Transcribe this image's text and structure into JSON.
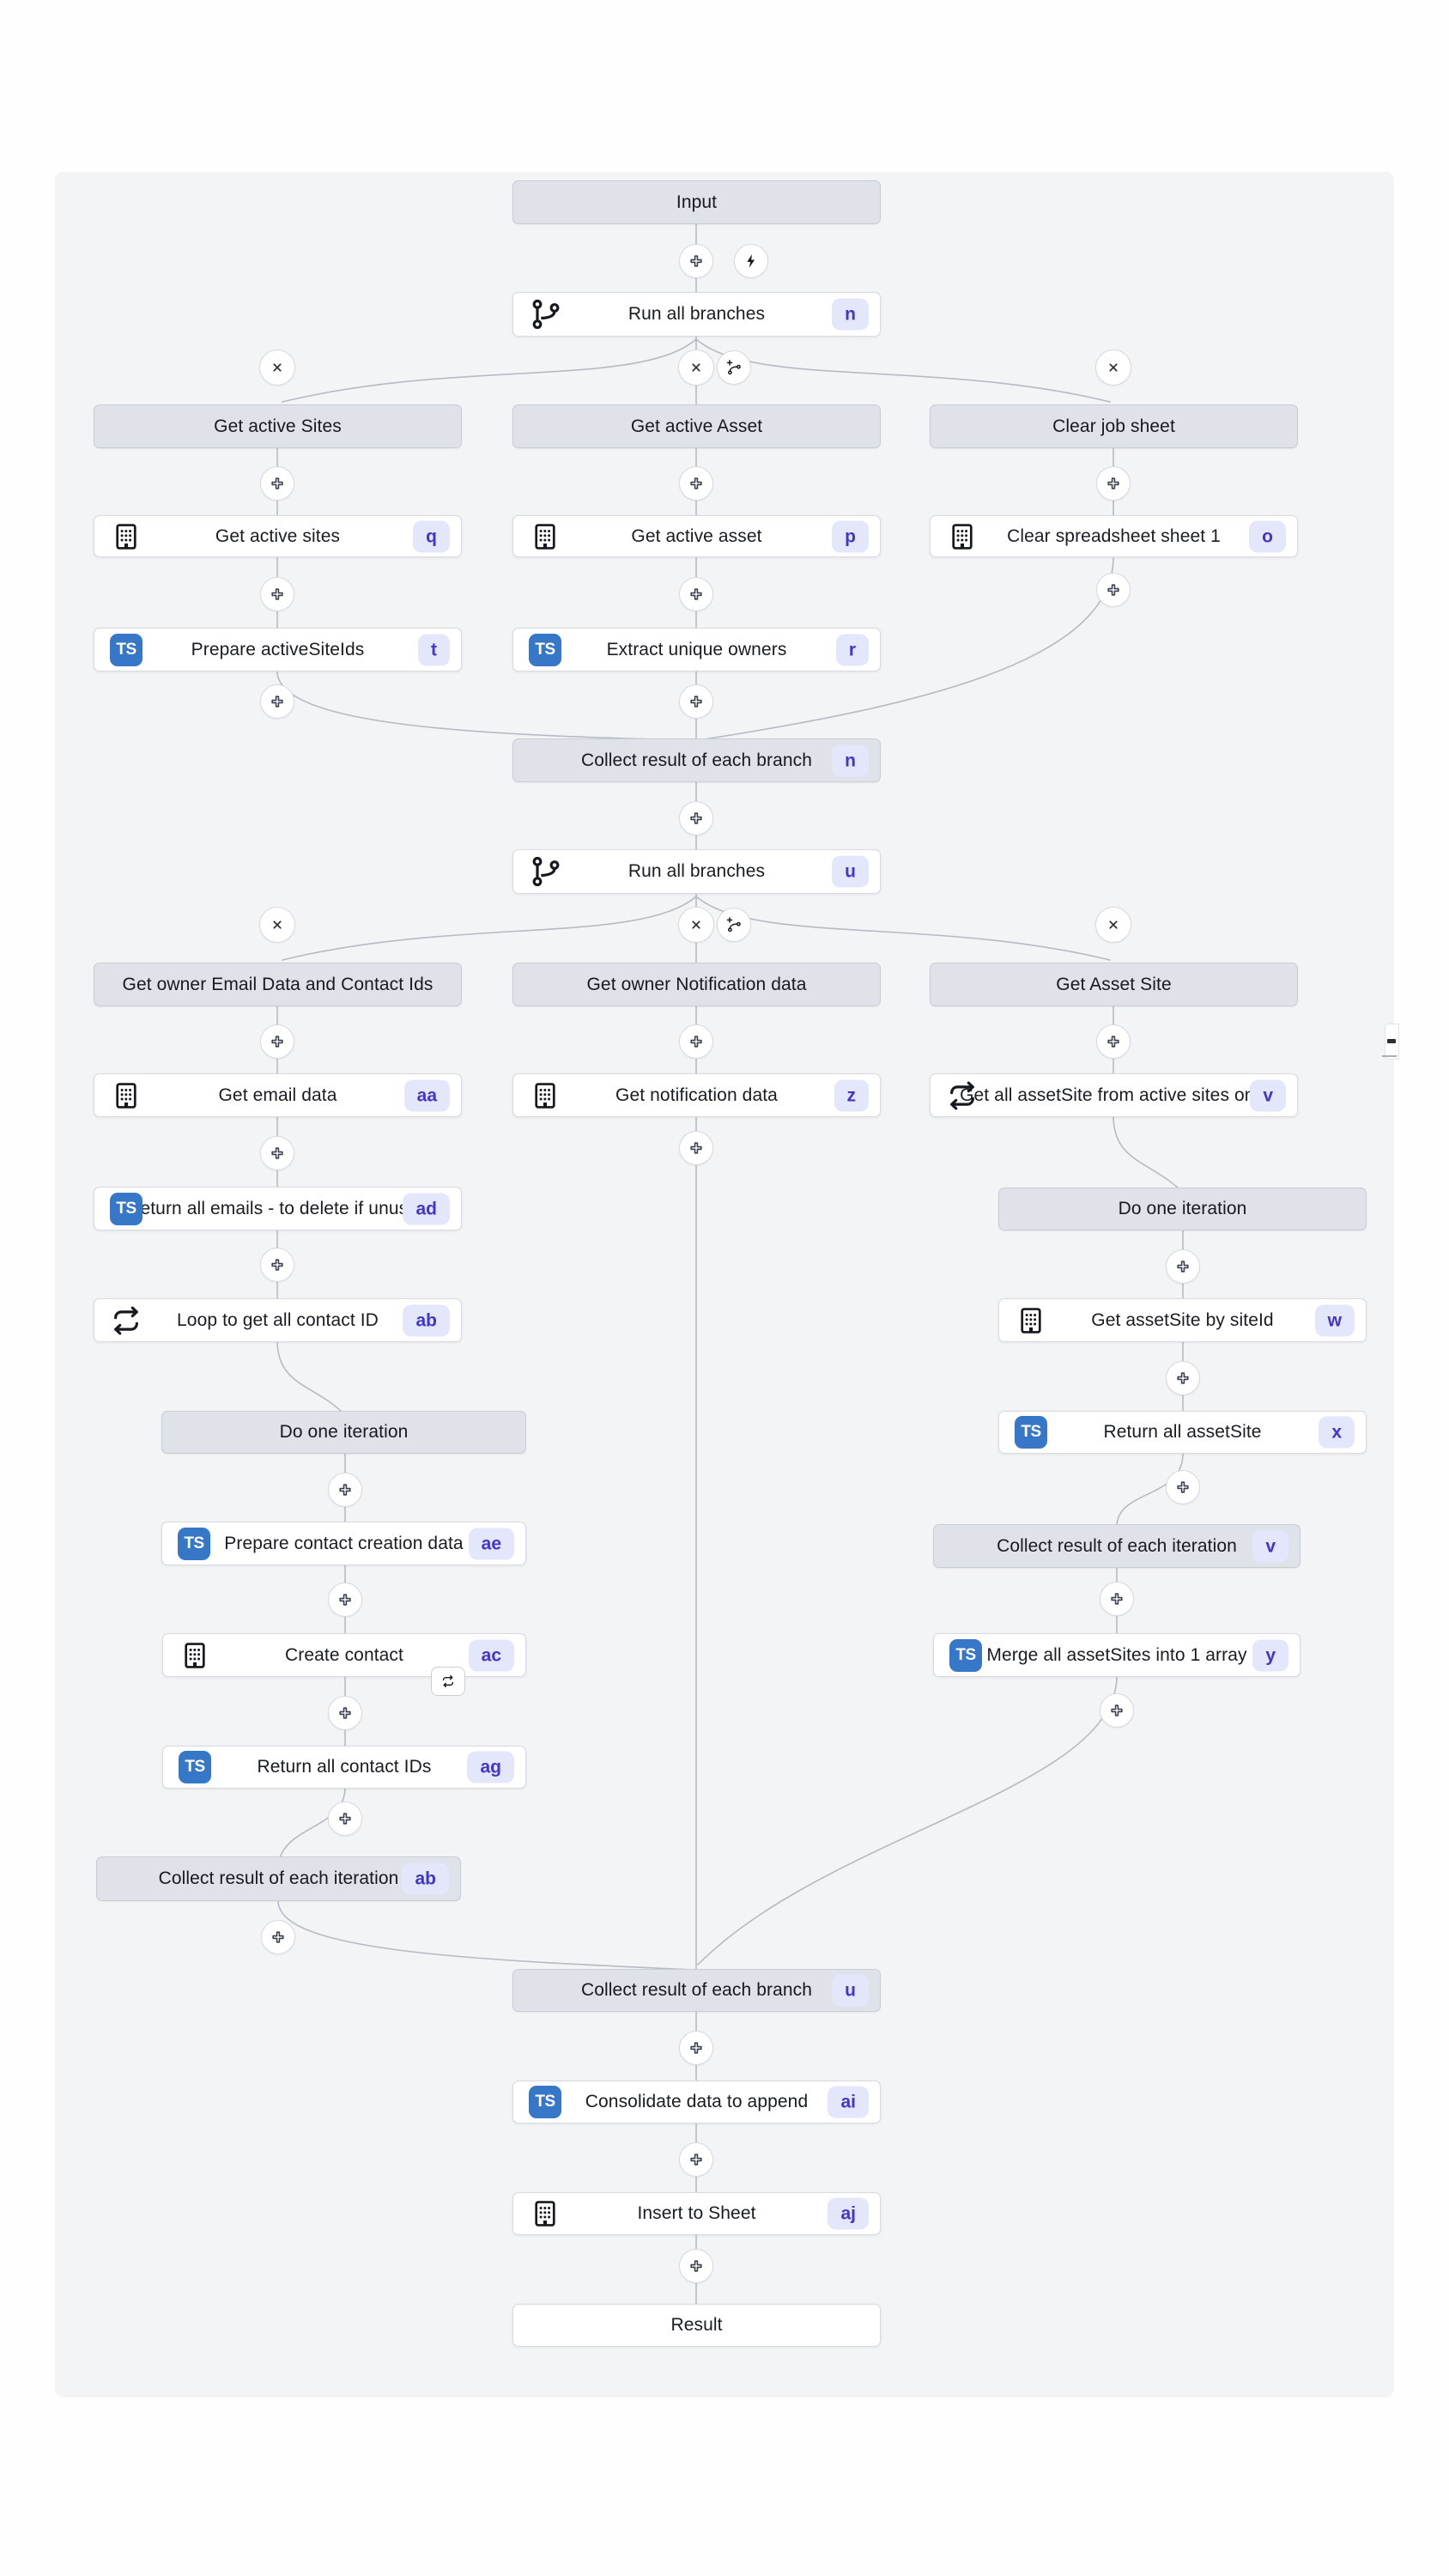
{
  "workflow": {
    "nodes": [
      {
        "id": "input",
        "label": "Input",
        "kind": "stage"
      },
      {
        "id": "run_branches_1",
        "label": "Run all branches",
        "badge": "n",
        "icon": "branch-icon",
        "kind": "block"
      },
      {
        "id": "hdr_get_active_sites",
        "label": "Get active Sites",
        "kind": "stage"
      },
      {
        "id": "hdr_get_active_asset",
        "label": "Get active Asset",
        "kind": "stage"
      },
      {
        "id": "hdr_clear_job_sheet",
        "label": "Clear job sheet",
        "kind": "stage"
      },
      {
        "id": "q",
        "label": "Get active sites",
        "badge": "q",
        "icon": "resource-icon",
        "kind": "block"
      },
      {
        "id": "p",
        "label": "Get active asset",
        "badge": "p",
        "icon": "resource-icon",
        "kind": "block"
      },
      {
        "id": "o",
        "label": "Clear spreadsheet sheet 1",
        "badge": "o",
        "icon": "resource-icon",
        "kind": "block"
      },
      {
        "id": "t",
        "label": "Prepare activeSiteIds",
        "badge": "t",
        "icon": "code-icon",
        "kind": "block"
      },
      {
        "id": "r",
        "label": "Extract unique owners",
        "badge": "r",
        "icon": "code-icon",
        "kind": "block"
      },
      {
        "id": "collect_branch_n",
        "label": "Collect result of each branch",
        "badge": "n",
        "kind": "stage"
      },
      {
        "id": "run_branches_2",
        "label": "Run all branches",
        "badge": "u",
        "icon": "branch-icon",
        "kind": "block"
      },
      {
        "id": "hdr_owner_email",
        "label": "Get owner Email Data and Contact Ids",
        "kind": "stage"
      },
      {
        "id": "hdr_owner_notif",
        "label": "Get owner Notification data",
        "kind": "stage"
      },
      {
        "id": "hdr_get_asset_site",
        "label": "Get Asset Site",
        "kind": "stage"
      },
      {
        "id": "aa",
        "label": "Get email data",
        "badge": "aa",
        "icon": "resource-icon",
        "kind": "block"
      },
      {
        "id": "z",
        "label": "Get notification data",
        "badge": "z",
        "icon": "resource-icon",
        "kind": "block"
      },
      {
        "id": "v_loop",
        "label": "Get all assetSite from active sites only",
        "badge": "v",
        "icon": "loop-icon",
        "kind": "block"
      },
      {
        "id": "ad",
        "label": "Return all emails - to delete if unused",
        "badge": "ad",
        "icon": "code-icon",
        "kind": "block"
      },
      {
        "id": "hdr_do_one_right",
        "label": "Do one iteration",
        "kind": "stage"
      },
      {
        "id": "ab_loop",
        "label": "Loop to get all contact ID",
        "badge": "ab",
        "icon": "loop-icon",
        "kind": "block"
      },
      {
        "id": "w",
        "label": "Get assetSite by siteId",
        "badge": "w",
        "icon": "resource-icon",
        "kind": "block"
      },
      {
        "id": "hdr_do_one_left",
        "label": "Do one iteration",
        "kind": "stage"
      },
      {
        "id": "x",
        "label": "Return all assetSite",
        "badge": "x",
        "icon": "code-icon",
        "kind": "block"
      },
      {
        "id": "ae",
        "label": "Prepare contact creation data",
        "badge": "ae",
        "icon": "code-icon",
        "kind": "block"
      },
      {
        "id": "collect_iter_v",
        "label": "Collect result of each iteration",
        "badge": "v",
        "kind": "stage"
      },
      {
        "id": "ac",
        "label": "Create contact",
        "badge": "ac",
        "icon": "resource-icon",
        "kind": "block",
        "retry": true
      },
      {
        "id": "y",
        "label": "Merge all assetSites into 1 array",
        "badge": "y",
        "icon": "code-icon",
        "kind": "block"
      },
      {
        "id": "ag",
        "label": "Return all contact IDs",
        "badge": "ag",
        "icon": "code-icon",
        "kind": "block"
      },
      {
        "id": "collect_iter_ab",
        "label": "Collect result of each iteration",
        "badge": "ab",
        "kind": "stage"
      },
      {
        "id": "collect_branch_u",
        "label": "Collect result of each branch",
        "badge": "u",
        "kind": "stage"
      },
      {
        "id": "ai",
        "label": "Consolidate data to append",
        "badge": "ai",
        "icon": "code-icon",
        "kind": "block"
      },
      {
        "id": "aj",
        "label": "Insert to Sheet",
        "badge": "aj",
        "icon": "resource-icon",
        "kind": "block"
      },
      {
        "id": "result",
        "label": "Result",
        "kind": "terminal"
      }
    ],
    "code_icon_text": "TS",
    "colors": {
      "canvas": "#f3f4f6",
      "stage_bg": "#dfe3e9",
      "badge_bg": "#e4e6fc",
      "badge_text": "#4136c9",
      "code_icon_bg": "#3677c8",
      "edge": "#b6bac3"
    }
  }
}
